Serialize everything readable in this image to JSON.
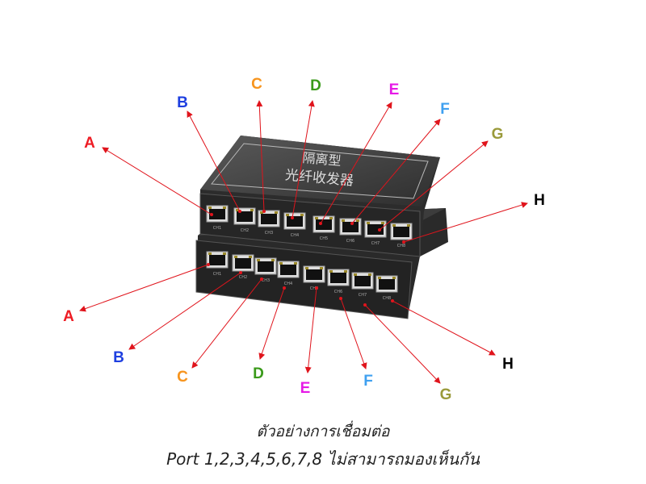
{
  "device_logo_text": [
    "隔离型",
    "光纤收发器"
  ],
  "colors": {
    "A": "#ee1c24",
    "B": "#1e3fe0",
    "C": "#f7941d",
    "D": "#3a9a1a",
    "E": "#e619e6",
    "F": "#3fa0f0",
    "G": "#9a9a3a",
    "H": "#000000",
    "arrow": "#e0141c"
  },
  "top_labels": [
    "A",
    "B",
    "C",
    "D",
    "E",
    "F",
    "G",
    "H"
  ],
  "bottom_labels": [
    "A",
    "B",
    "C",
    "D",
    "E",
    "F",
    "G",
    "H"
  ],
  "port_labels": [
    "CH1",
    "CH2",
    "CH3",
    "CH4",
    "CH5",
    "CH6",
    "CH7",
    "CH8"
  ],
  "caption": {
    "line1": "ตัวอย่างการเชื่อมต่อ",
    "line2": "Port 1,2,3,4,5,6,7,8 ไม่สามารถมองเห็นกัน"
  }
}
